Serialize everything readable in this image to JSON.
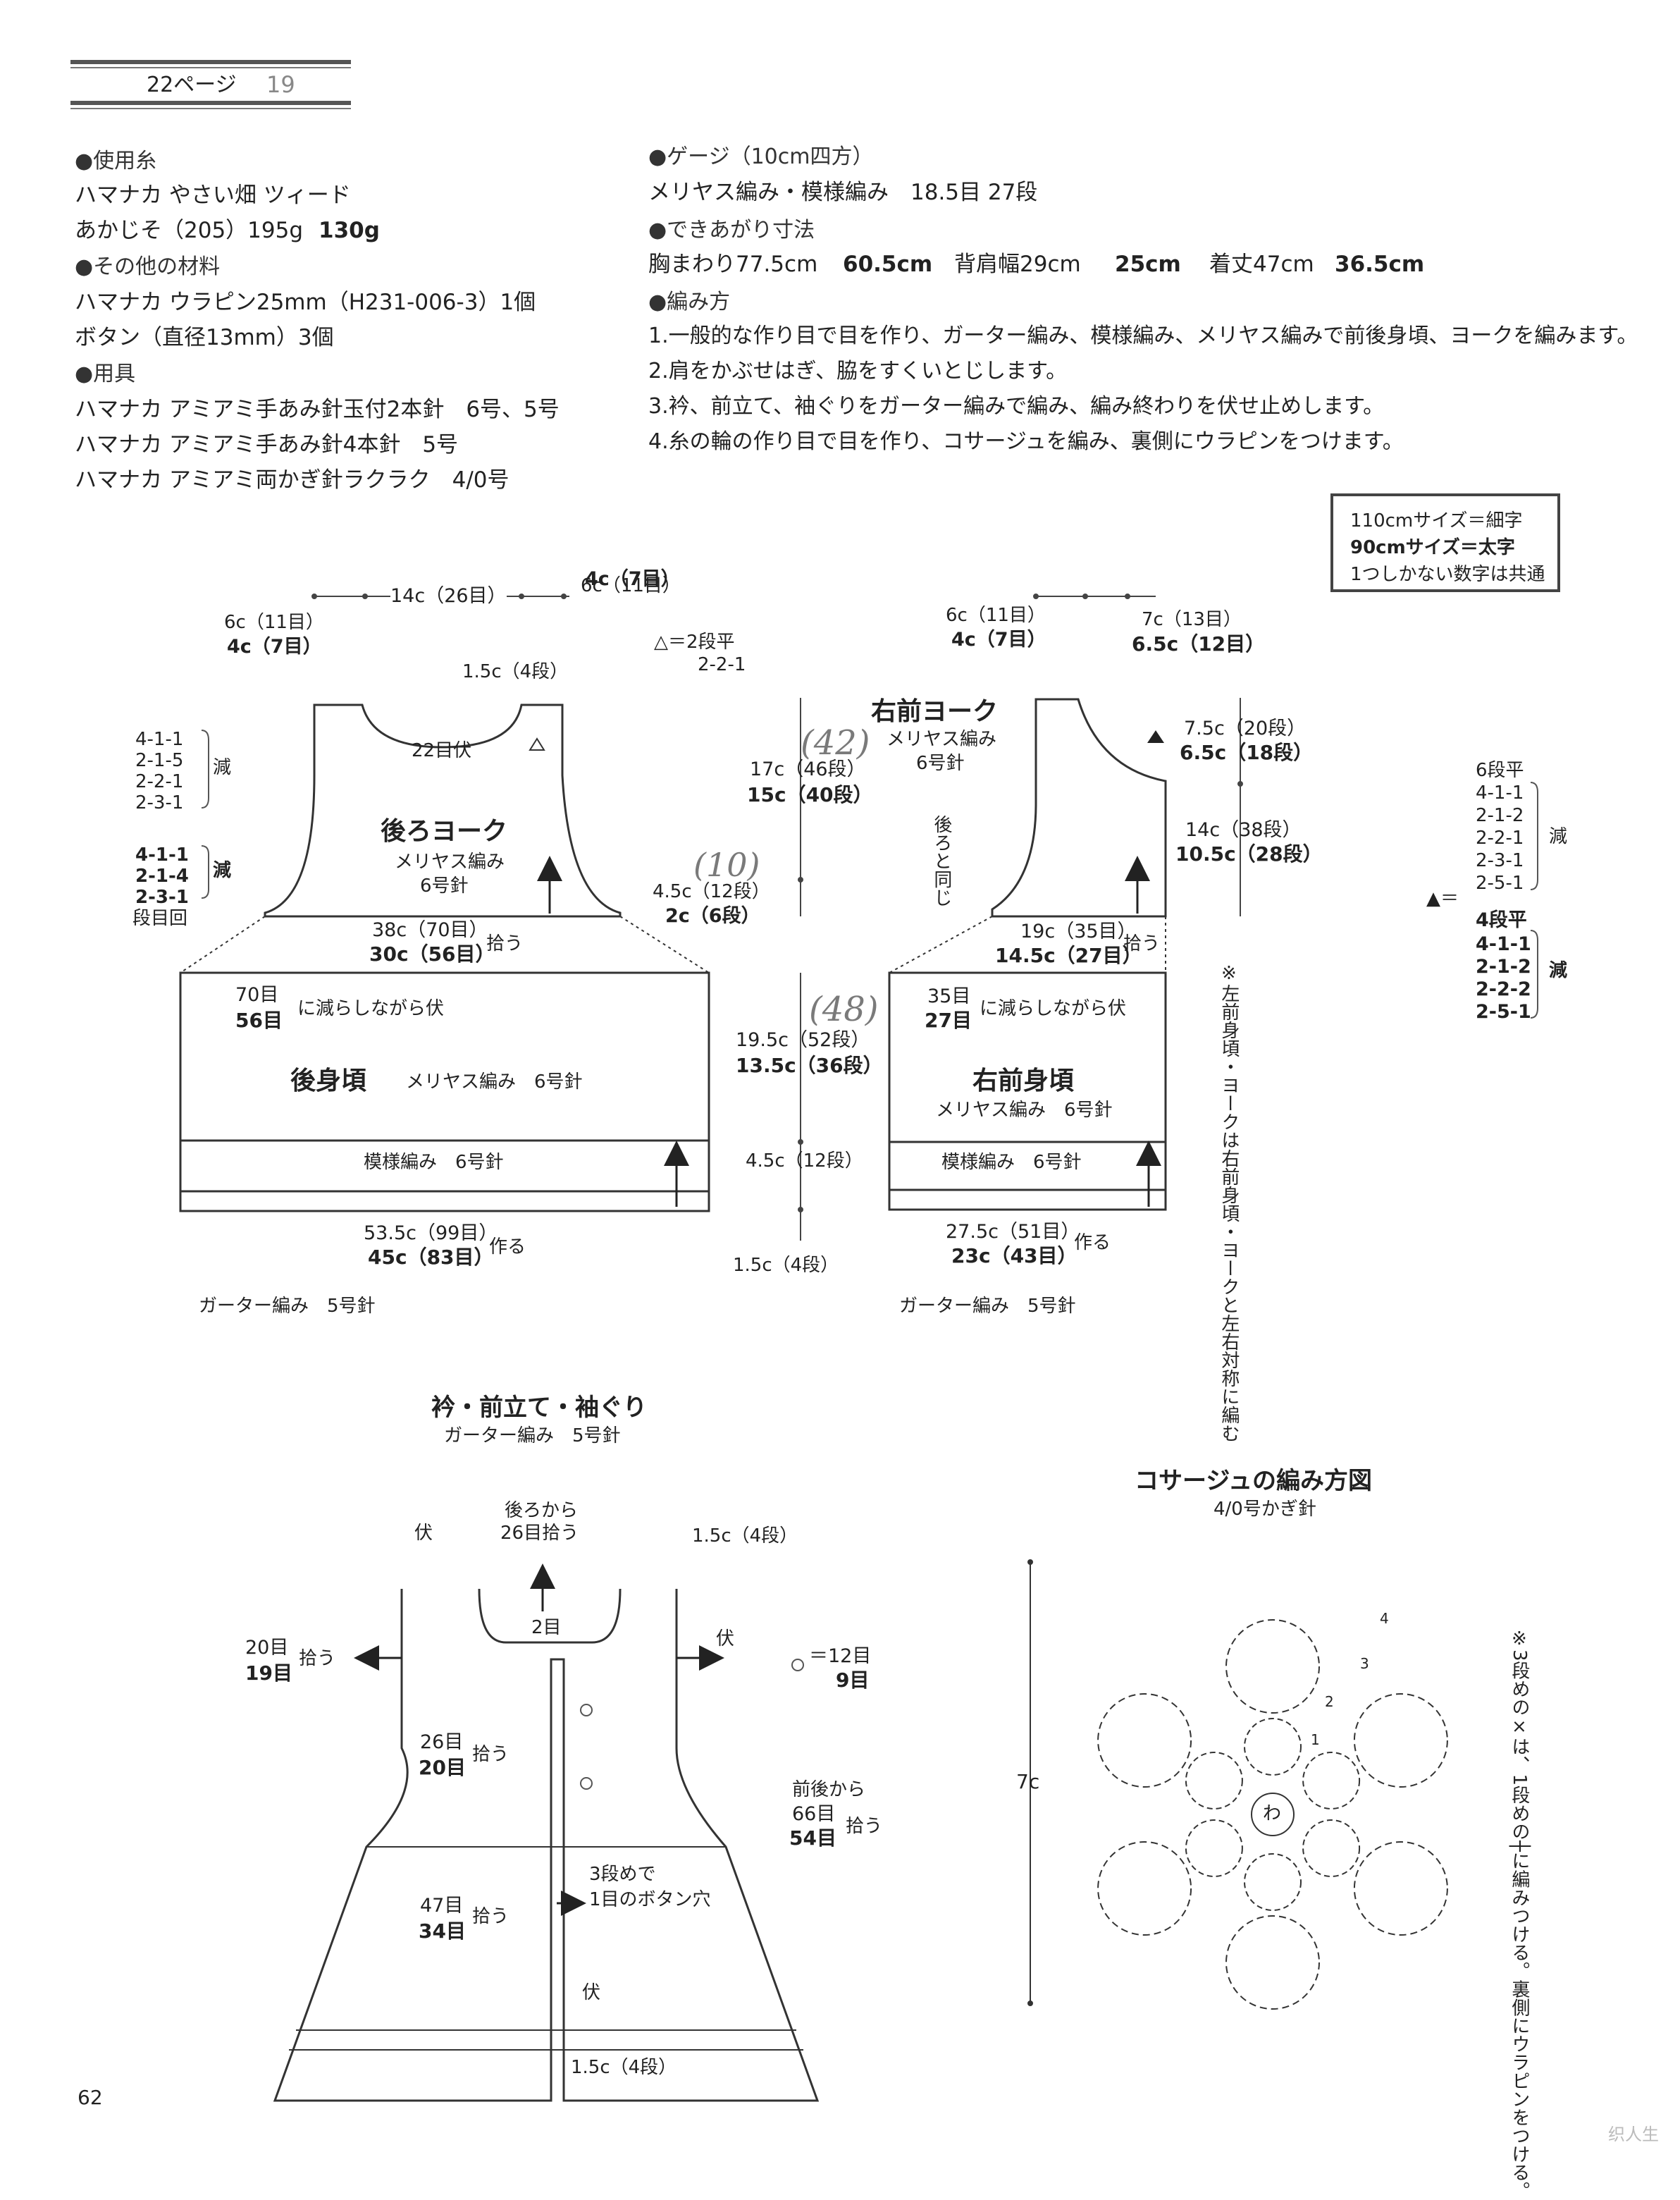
{
  "header": {
    "page_ref": "22ページ",
    "pattern_no": "19",
    "page_number": "62",
    "watermark": "织人生"
  },
  "materials": {
    "yarn_heading": "●使用糸",
    "yarn_name": "ハマナカ やさい畑 ツィード",
    "yarn_amount": "あかじそ（205）195g",
    "yarn_amount_small": "130g",
    "other_heading": "●その他の材料",
    "other_1": "ハマナカ ウラピン25mm（H231-006-3）1個",
    "other_2": "ボタン（直径13mm）3個",
    "tools_heading": "●用具",
    "tool_1": "ハマナカ アミアミ手あみ針玉付2本針　6号、5号",
    "tool_2": "ハマナカ アミアミ手あみ針4本針　5号",
    "tool_3": "ハマナカ アミアミ両かぎ針ラクラク　4/0号"
  },
  "gauge": {
    "heading": "●ゲージ（10cm四方）",
    "value": "メリヤス編み・模様編み　18.5目 27段"
  },
  "finished": {
    "heading": "●できあがり寸法",
    "chest": "胸まわり77.5cm",
    "chest_small": "60.5cm",
    "shoulder": "背肩幅29cm",
    "shoulder_small": "25cm",
    "length": "着丈47cm",
    "length_small": "36.5cm"
  },
  "method": {
    "heading": "●編み方",
    "steps": [
      "1.一般的な作り目で目を作り、ガーター編み、模様編み、メリヤス編みで前後身頃、ヨークを編みます。",
      "2.肩をかぶせはぎ、脇をすくいとじします。",
      "3.衿、前立て、袖ぐりをガーター編みで編み、編み終わりを伏せ止めします。",
      "4.糸の輪の作り目で目を作り、コサージュを編み、裏側にウラピンをつけます。"
    ]
  },
  "legend": {
    "line1": "110cmサイズ＝細字",
    "line2": "90cmサイズ＝太字",
    "line3": "1つしかない数字は共通"
  },
  "back": {
    "yoke_title": "後ろヨーク",
    "yoke_stitch": "メリヤス編み",
    "yoke_needle": "6号針",
    "shoulder_top": "6c（11目）",
    "shoulder_top_b": "4c（7目）",
    "neck_width": "14c（26目）",
    "shoulder_left": "6c（11目）",
    "shoulder_left_b": "4c（7目）",
    "neck_depth": "1.5c（4段）",
    "neck_bind": "22目伏",
    "tri_note": "△＝2段平",
    "tri_note2": "2-2-1",
    "dec1": [
      "4-1-1",
      "2-1-5",
      "2-2-1",
      "2-3-1"
    ],
    "dec_label": "減",
    "dec2": [
      "4-1-1",
      "2-1-4",
      "2-3-1"
    ],
    "dec_round": "段目回",
    "yoke_width": "38c（70目）",
    "yoke_width_b": "30c（56目）",
    "pickup": "拾う",
    "body_dec": "70目",
    "body_dec_b": "56目",
    "body_dec_text": "に減らしながら伏",
    "body_title": "後身頃",
    "body_stitch": "メリヤス編み　6号針",
    "pattern_band": "模様編み　6号針",
    "cast_width": "53.5c（99目）",
    "cast_width_b": "45c（83目）",
    "cast": "作る",
    "garter": "ガーター編み　5号針"
  },
  "mid_dims": {
    "yoke_h": "17c（46段）",
    "yoke_h_b": "15c（40段）",
    "yoke_h_hw": "(42)",
    "armhole": "4.5c（12段）",
    "armhole_b": "2c（6段）",
    "armhole_hw": "(10)",
    "body_h": "19.5c（52段）",
    "body_h_b": "13.5c（36段）",
    "body_h_hw": "(48)",
    "pattern_h": "4.5c（12段）",
    "garter_h": "1.5c（4段）"
  },
  "front": {
    "shoulder_left": "6c（11目）",
    "shoulder_left_b": "4c（7目）",
    "neck_w": "7c（13目）",
    "neck_w_b": "6.5c（12目）",
    "yoke_title": "右前ヨーク",
    "yoke_stitch": "メリヤス編み",
    "yoke_needle": "6号針",
    "same_as_back": "後ろと同じ",
    "neck_h": "7.5c（20段）",
    "neck_h_b": "6.5c（18段）",
    "yoke_rest": "14c（38段）",
    "yoke_rest_b": "10.5c（28段）",
    "yoke_width": "19c（35目）",
    "yoke_width_b": "14.5c（27目）",
    "pickup": "拾う",
    "body_dec": "35目",
    "body_dec_b": "27目",
    "body_dec_text": "に減らしながら伏",
    "body_title": "右前身頃",
    "body_stitch": "メリヤス編み　6号針",
    "pattern_band": "模様編み　6号針",
    "cast_width": "27.5c（51目）",
    "cast_width_b": "23c（43目）",
    "cast": "作る",
    "garter": "ガーター編み　5号針",
    "symmetric_note": "※左前身頃・ヨークは右前身頃・ヨークと左右対称に編む"
  },
  "rate_side": {
    "list1": [
      "6段平",
      "4-1-1",
      "2-1-2",
      "2-2-1",
      "2-3-1",
      "2-5-1"
    ],
    "dec_label": "減",
    "tri_eq": "▲＝",
    "list2": [
      "4段平",
      "4-1-1",
      "2-1-2",
      "2-2-2",
      "2-5-1"
    ]
  },
  "edging": {
    "title": "衿・前立て・袖ぐり",
    "subtitle": "ガーター編み　5号針",
    "from_back": "後ろから",
    "from_back_n": "26目拾う",
    "bind_off": "伏",
    "edge_h": "1.5c（4段）",
    "arm_pick": "20目",
    "arm_pick_b": "19目",
    "pick": "拾う",
    "neck_center": "2目",
    "right_bind": "伏",
    "btn_eq": "＝12目",
    "btn_eq_b": "9目",
    "neck_pick": "26目",
    "neck_pick_b": "20目",
    "fb_from": "前後から",
    "fb_n": "66目",
    "fb_n_b": "54目",
    "btn_hole1": "3段めで",
    "btn_hole2": "1目のボタン穴",
    "front_pick": "47目",
    "front_pick_b": "34目",
    "bottom_bind": "伏",
    "bottom_h": "1.5c（4段）"
  },
  "corsage": {
    "title": "コサージュの編み方図",
    "hook": "4/0号かぎ針",
    "size": "7c",
    "center": "わ",
    "rounds": [
      "1",
      "2",
      "3",
      "4"
    ],
    "note": "※3段めの×は、1段めの┼に編みつける。裏側にウラピンをつける。"
  }
}
